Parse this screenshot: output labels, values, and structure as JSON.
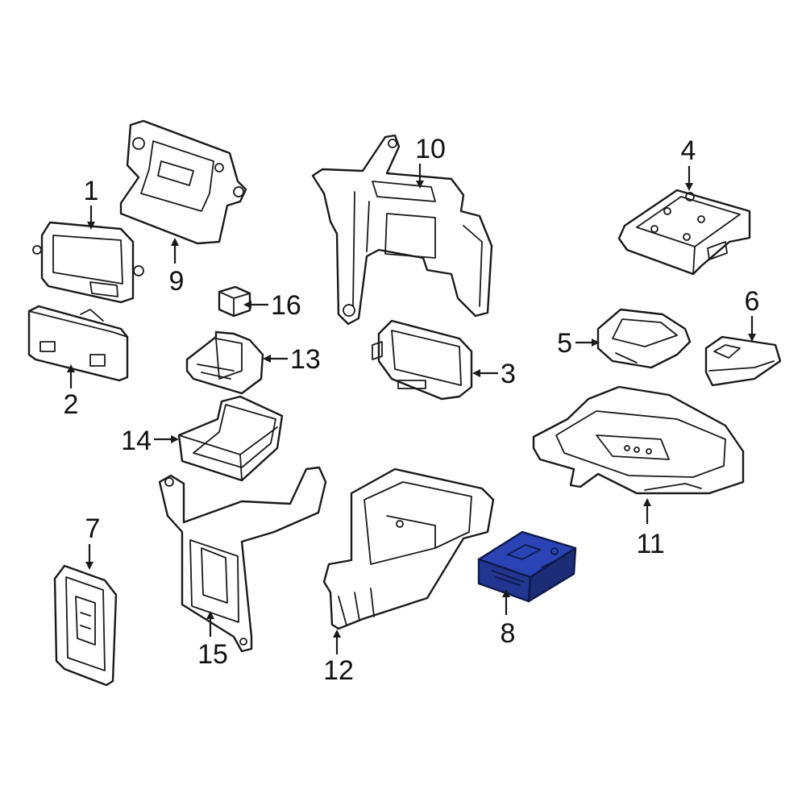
{
  "highlight_color": "#2b43b5",
  "callouts": {
    "c1": "1",
    "c2": "2",
    "c3": "3",
    "c4": "4",
    "c5": "5",
    "c6": "6",
    "c7": "7",
    "c8": "8",
    "c9": "9",
    "c10": "10",
    "c11": "11",
    "c12": "12",
    "c13": "13",
    "c14": "14",
    "c15": "15",
    "c16": "16"
  },
  "highlighted_part": "8"
}
